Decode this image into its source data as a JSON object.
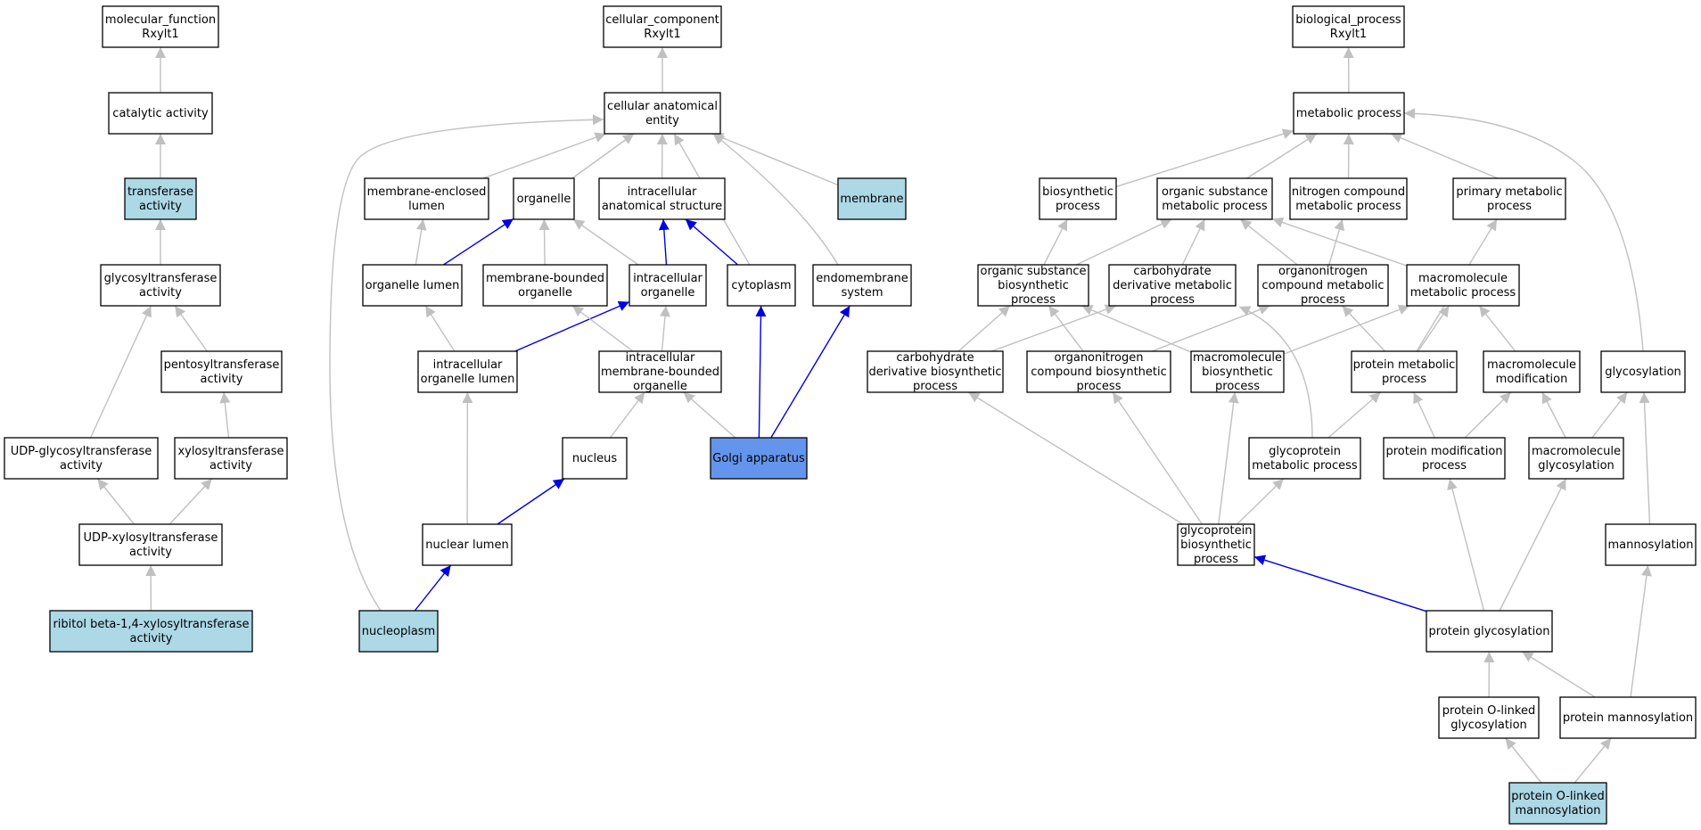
{
  "colors": {
    "default_fill": "#ffffff",
    "light_fill": "#add8e6",
    "highlight_fill": "#6495ed",
    "edge_gray": "#c0c0c0",
    "edge_blue": "#0000e0"
  },
  "nodes": [
    {
      "id": "mf",
      "lines": [
        "molecular_function",
        "Rxylt1"
      ],
      "fill": "default"
    },
    {
      "id": "catalytic",
      "lines": [
        "catalytic activity"
      ],
      "fill": "default"
    },
    {
      "id": "transferase",
      "lines": [
        "transferase",
        "activity"
      ],
      "fill": "light"
    },
    {
      "id": "glycosyltransferase",
      "lines": [
        "glycosyltransferase",
        "activity"
      ],
      "fill": "default"
    },
    {
      "id": "pentosyltransferase",
      "lines": [
        "pentosyltransferase",
        "activity"
      ],
      "fill": "default"
    },
    {
      "id": "udp_glyco",
      "lines": [
        "UDP-glycosyltransferase",
        "activity"
      ],
      "fill": "default"
    },
    {
      "id": "xylosyltransferase",
      "lines": [
        "xylosyltransferase",
        "activity"
      ],
      "fill": "default"
    },
    {
      "id": "udp_xylo",
      "lines": [
        "UDP-xylosyltransferase",
        "activity"
      ],
      "fill": "default"
    },
    {
      "id": "ribitol",
      "lines": [
        "ribitol beta-1,4-xylosyltransferase",
        "activity"
      ],
      "fill": "light"
    },
    {
      "id": "cc",
      "lines": [
        "cellular_component",
        "Rxylt1"
      ],
      "fill": "default"
    },
    {
      "id": "cae",
      "lines": [
        "cellular anatomical",
        "entity"
      ],
      "fill": "default"
    },
    {
      "id": "mel",
      "lines": [
        "membrane-enclosed",
        "lumen"
      ],
      "fill": "default"
    },
    {
      "id": "organelle",
      "lines": [
        "organelle"
      ],
      "fill": "default"
    },
    {
      "id": "ias",
      "lines": [
        "intracellular",
        "anatomical structure"
      ],
      "fill": "default"
    },
    {
      "id": "membrane",
      "lines": [
        "membrane"
      ],
      "fill": "light"
    },
    {
      "id": "organelle_lumen",
      "lines": [
        "organelle lumen"
      ],
      "fill": "default"
    },
    {
      "id": "mbo",
      "lines": [
        "membrane-bounded",
        "organelle"
      ],
      "fill": "default"
    },
    {
      "id": "io",
      "lines": [
        "intracellular",
        "organelle"
      ],
      "fill": "default"
    },
    {
      "id": "cytoplasm",
      "lines": [
        "cytoplasm"
      ],
      "fill": "default"
    },
    {
      "id": "endomembrane",
      "lines": [
        "endomembrane",
        "system"
      ],
      "fill": "default"
    },
    {
      "id": "iol",
      "lines": [
        "intracellular",
        "organelle lumen"
      ],
      "fill": "default"
    },
    {
      "id": "imbo",
      "lines": [
        "intracellular",
        "membrane-bounded",
        "organelle"
      ],
      "fill": "default"
    },
    {
      "id": "nucleus",
      "lines": [
        "nucleus"
      ],
      "fill": "default"
    },
    {
      "id": "golgi",
      "lines": [
        "Golgi apparatus"
      ],
      "fill": "highlight"
    },
    {
      "id": "nuclear_lumen",
      "lines": [
        "nuclear lumen"
      ],
      "fill": "default"
    },
    {
      "id": "nucleoplasm",
      "lines": [
        "nucleoplasm"
      ],
      "fill": "light"
    },
    {
      "id": "bp",
      "lines": [
        "biological_process",
        "Rxylt1"
      ],
      "fill": "default"
    },
    {
      "id": "metabolic",
      "lines": [
        "metabolic process"
      ],
      "fill": "default"
    },
    {
      "id": "biosynthetic",
      "lines": [
        "biosynthetic",
        "process"
      ],
      "fill": "default"
    },
    {
      "id": "osmp",
      "lines": [
        "organic substance",
        "metabolic process"
      ],
      "fill": "default"
    },
    {
      "id": "ncmp",
      "lines": [
        "nitrogen compound",
        "metabolic process"
      ],
      "fill": "default"
    },
    {
      "id": "pmp",
      "lines": [
        "primary metabolic",
        "process"
      ],
      "fill": "default"
    },
    {
      "id": "osbp",
      "lines": [
        "organic substance",
        "biosynthetic",
        "process"
      ],
      "fill": "default"
    },
    {
      "id": "cdmp",
      "lines": [
        "carbohydrate",
        "derivative metabolic",
        "process"
      ],
      "fill": "default"
    },
    {
      "id": "ocmp",
      "lines": [
        "organonitrogen",
        "compound metabolic",
        "process"
      ],
      "fill": "default"
    },
    {
      "id": "mmp",
      "lines": [
        "macromolecule",
        "metabolic process"
      ],
      "fill": "default"
    },
    {
      "id": "cdbp",
      "lines": [
        "carbohydrate",
        "derivative biosynthetic",
        "process"
      ],
      "fill": "default"
    },
    {
      "id": "ocbp",
      "lines": [
        "organonitrogen",
        "compound biosynthetic",
        "process"
      ],
      "fill": "default"
    },
    {
      "id": "mbp",
      "lines": [
        "macromolecule",
        "biosynthetic",
        "process"
      ],
      "fill": "default"
    },
    {
      "id": "protein_mp",
      "lines": [
        "protein metabolic",
        "process"
      ],
      "fill": "default"
    },
    {
      "id": "mm",
      "lines": [
        "macromolecule",
        "modification"
      ],
      "fill": "default"
    },
    {
      "id": "glycosylation",
      "lines": [
        "glycosylation"
      ],
      "fill": "default"
    },
    {
      "id": "gmp",
      "lines": [
        "glycoprotein",
        "metabolic process"
      ],
      "fill": "default"
    },
    {
      "id": "pmodp",
      "lines": [
        "protein modification",
        "process"
      ],
      "fill": "default"
    },
    {
      "id": "mg",
      "lines": [
        "macromolecule",
        "glycosylation"
      ],
      "fill": "default"
    },
    {
      "id": "gbp",
      "lines": [
        "glycoprotein",
        "biosynthetic",
        "process"
      ],
      "fill": "default"
    },
    {
      "id": "mannosylation",
      "lines": [
        "mannosylation"
      ],
      "fill": "default"
    },
    {
      "id": "pg",
      "lines": [
        "protein glycosylation"
      ],
      "fill": "default"
    },
    {
      "id": "polg",
      "lines": [
        "protein O-linked",
        "glycosylation"
      ],
      "fill": "default"
    },
    {
      "id": "pman",
      "lines": [
        "protein mannosylation"
      ],
      "fill": "default"
    },
    {
      "id": "polm",
      "lines": [
        "protein O-linked",
        "mannosylation"
      ],
      "fill": "light"
    }
  ],
  "edges": [
    {
      "from": "catalytic",
      "to": "mf",
      "color": "gray"
    },
    {
      "from": "transferase",
      "to": "catalytic",
      "color": "gray"
    },
    {
      "from": "glycosyltransferase",
      "to": "transferase",
      "color": "gray"
    },
    {
      "from": "pentosyltransferase",
      "to": "glycosyltransferase",
      "color": "gray"
    },
    {
      "from": "udp_glyco",
      "to": "glycosyltransferase",
      "color": "gray"
    },
    {
      "from": "xylosyltransferase",
      "to": "pentosyltransferase",
      "color": "gray"
    },
    {
      "from": "udp_xylo",
      "to": "udp_glyco",
      "color": "gray"
    },
    {
      "from": "udp_xylo",
      "to": "xylosyltransferase",
      "color": "gray"
    },
    {
      "from": "ribitol",
      "to": "udp_xylo",
      "color": "gray"
    },
    {
      "from": "cae",
      "to": "cc",
      "color": "gray"
    },
    {
      "from": "mel",
      "to": "cae",
      "color": "gray"
    },
    {
      "from": "organelle",
      "to": "cae",
      "color": "gray"
    },
    {
      "from": "ias",
      "to": "cae",
      "color": "gray"
    },
    {
      "from": "membrane",
      "to": "cae",
      "color": "gray"
    },
    {
      "from": "cytoplasm",
      "to": "cae",
      "color": "gray"
    },
    {
      "from": "endomembrane",
      "to": "cae",
      "color": "gray"
    },
    {
      "from": "nucleoplasm",
      "to": "cae",
      "color": "gray"
    },
    {
      "from": "organelle_lumen",
      "to": "mel",
      "color": "gray"
    },
    {
      "from": "organelle_lumen",
      "to": "organelle",
      "color": "blue"
    },
    {
      "from": "mbo",
      "to": "organelle",
      "color": "gray"
    },
    {
      "from": "io",
      "to": "organelle",
      "color": "gray"
    },
    {
      "from": "io",
      "to": "ias",
      "color": "blue"
    },
    {
      "from": "cytoplasm",
      "to": "ias",
      "color": "blue"
    },
    {
      "from": "iol",
      "to": "organelle_lumen",
      "color": "gray"
    },
    {
      "from": "iol",
      "to": "io",
      "color": "blue"
    },
    {
      "from": "imbo",
      "to": "mbo",
      "color": "gray"
    },
    {
      "from": "imbo",
      "to": "io",
      "color": "gray"
    },
    {
      "from": "nucleus",
      "to": "imbo",
      "color": "gray"
    },
    {
      "from": "golgi",
      "to": "imbo",
      "color": "gray"
    },
    {
      "from": "golgi",
      "to": "cytoplasm",
      "color": "blue"
    },
    {
      "from": "golgi",
      "to": "endomembrane",
      "color": "blue"
    },
    {
      "from": "nuclear_lumen",
      "to": "iol",
      "color": "gray"
    },
    {
      "from": "nuclear_lumen",
      "to": "nucleus",
      "color": "blue"
    },
    {
      "from": "nucleoplasm",
      "to": "nuclear_lumen",
      "color": "blue"
    },
    {
      "from": "metabolic",
      "to": "bp",
      "color": "gray"
    },
    {
      "from": "biosynthetic",
      "to": "metabolic",
      "color": "gray"
    },
    {
      "from": "osmp",
      "to": "metabolic",
      "color": "gray"
    },
    {
      "from": "ncmp",
      "to": "metabolic",
      "color": "gray"
    },
    {
      "from": "pmp",
      "to": "metabolic",
      "color": "gray"
    },
    {
      "from": "glycosylation",
      "to": "metabolic",
      "color": "gray"
    },
    {
      "from": "osbp",
      "to": "biosynthetic",
      "color": "gray"
    },
    {
      "from": "osbp",
      "to": "osmp",
      "color": "gray"
    },
    {
      "from": "cdmp",
      "to": "osmp",
      "color": "gray"
    },
    {
      "from": "ocmp",
      "to": "osmp",
      "color": "gray"
    },
    {
      "from": "ocmp",
      "to": "ncmp",
      "color": "gray"
    },
    {
      "from": "mmp",
      "to": "osmp",
      "color": "gray"
    },
    {
      "from": "cdbp",
      "to": "osbp",
      "color": "gray"
    },
    {
      "from": "cdbp",
      "to": "cdmp",
      "color": "gray"
    },
    {
      "from": "ocbp",
      "to": "osbp",
      "color": "gray"
    },
    {
      "from": "ocbp",
      "to": "ocmp",
      "color": "gray"
    },
    {
      "from": "mbp",
      "to": "osbp",
      "color": "gray"
    },
    {
      "from": "mbp",
      "to": "mmp",
      "color": "gray"
    },
    {
      "from": "protein_mp",
      "to": "ocmp",
      "color": "gray"
    },
    {
      "from": "protein_mp",
      "to": "mmp",
      "color": "gray"
    },
    {
      "from": "protein_mp",
      "to": "pmp",
      "color": "gray"
    },
    {
      "from": "mm",
      "to": "mmp",
      "color": "gray"
    },
    {
      "from": "gmp",
      "to": "cdmp",
      "color": "gray"
    },
    {
      "from": "gmp",
      "to": "protein_mp",
      "color": "gray"
    },
    {
      "from": "pmodp",
      "to": "protein_mp",
      "color": "gray"
    },
    {
      "from": "pmodp",
      "to": "mm",
      "color": "gray"
    },
    {
      "from": "mg",
      "to": "mm",
      "color": "gray"
    },
    {
      "from": "mg",
      "to": "glycosylation",
      "color": "gray"
    },
    {
      "from": "gbp",
      "to": "cdbp",
      "color": "gray"
    },
    {
      "from": "gbp",
      "to": "ocbp",
      "color": "gray"
    },
    {
      "from": "gbp",
      "to": "mbp",
      "color": "gray"
    },
    {
      "from": "gbp",
      "to": "gmp",
      "color": "gray"
    },
    {
      "from": "mannosylation",
      "to": "glycosylation",
      "color": "gray"
    },
    {
      "from": "pg",
      "to": "gbp",
      "color": "blue"
    },
    {
      "from": "pg",
      "to": "pmodp",
      "color": "gray"
    },
    {
      "from": "pg",
      "to": "mg",
      "color": "gray"
    },
    {
      "from": "polg",
      "to": "pg",
      "color": "gray"
    },
    {
      "from": "pman",
      "to": "pg",
      "color": "gray"
    },
    {
      "from": "pman",
      "to": "mannosylation",
      "color": "gray"
    },
    {
      "from": "polm",
      "to": "polg",
      "color": "gray"
    },
    {
      "from": "polm",
      "to": "pman",
      "color": "gray"
    }
  ]
}
